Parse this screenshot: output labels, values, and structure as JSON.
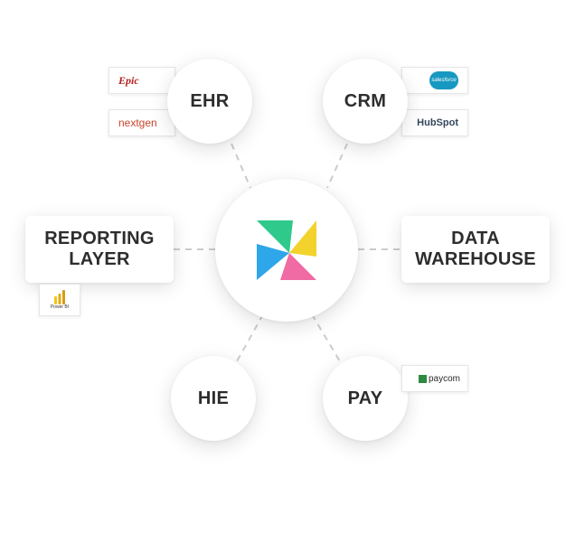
{
  "nodes": {
    "ehr": {
      "label": "EHR"
    },
    "crm": {
      "label": "CRM"
    },
    "hie": {
      "label": "HIE"
    },
    "pay": {
      "label": "PAY"
    },
    "reporting_line1": "REPORTING",
    "reporting_line2": "LAYER",
    "warehouse_line1": "DATA",
    "warehouse_line2": "WAREHOUSE"
  },
  "logos": {
    "epic": "Epic",
    "nextgen": "nextgen",
    "salesforce": "salesforce",
    "hubspot": "HubSpot",
    "powerbi": "Power BI",
    "paycom": "paycom"
  },
  "colors": {
    "pinwheel_green": "#2ec98b",
    "pinwheel_yellow": "#f3d22d",
    "pinwheel_pink": "#f06aa3",
    "pinwheel_blue": "#2ea7ea",
    "connector": "#cccccc"
  }
}
